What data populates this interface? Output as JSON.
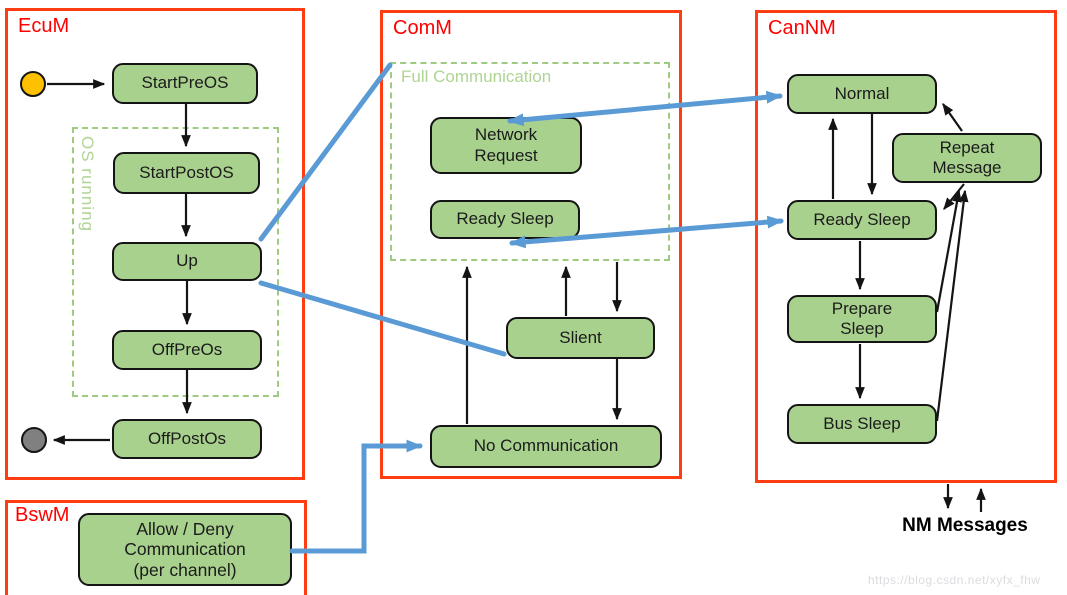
{
  "containers": {
    "ecum": "EcuM",
    "comm": "ComM",
    "cannm": "CanNM",
    "bswm": "BswM"
  },
  "groups": {
    "os_running": "OS running",
    "full_communication": "Full Communication"
  },
  "states": {
    "start_pre_os": "StartPreOS",
    "start_post_os": "StartPostOS",
    "up": "Up",
    "off_pre_os": "OffPreOs",
    "off_post_os": "OffPostOs",
    "network_request": "Network\nRequest",
    "comm_ready_sleep": "Ready Sleep",
    "slient": "Slient",
    "no_communication": "No Communication",
    "normal": "Normal",
    "repeat_message": "Repeat\nMessage",
    "cannm_ready_sleep": "Ready Sleep",
    "prepare_sleep": "Prepare\nSleep",
    "bus_sleep": "Bus Sleep",
    "allow_deny_communication": "Allow / Deny\nCommunication\n(per channel)"
  },
  "labels": {
    "nm_messages": "NM Messages",
    "watermark": "https://blog.csdn.net/xyfx_fhw"
  },
  "colors": {
    "frame_border_red": "#FF3D12",
    "title_red": "#FF0000",
    "state_fill_green": "#A9D18E",
    "group_dash_green": "#9FCB80",
    "arrow_black": "#141414",
    "arrow_blue": "#5B9BD5",
    "initial_dot_orange": "#FFC000",
    "final_dot_gray": "#808080"
  }
}
